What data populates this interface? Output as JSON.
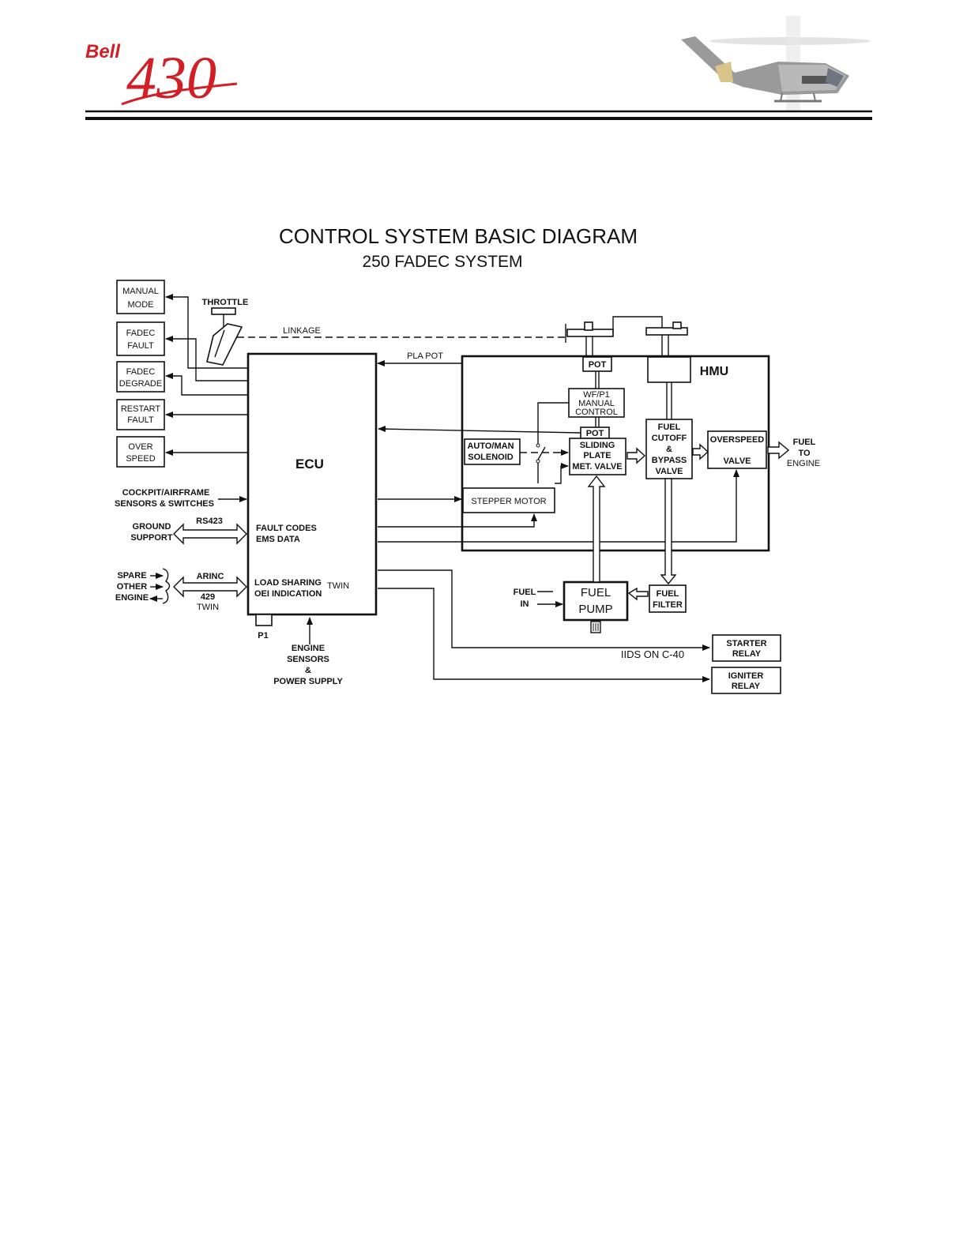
{
  "header": {
    "logo_text": "Bell 430",
    "logo_color": "#d21f26",
    "helicopter_image": "helicopter-photo"
  },
  "diagram": {
    "title": "CONTROL SYSTEM BASIC DIAGRAM",
    "subtitle": "250 FADEC SYSTEM",
    "left_boxes": {
      "manual_mode": [
        "MANUAL",
        "MODE"
      ],
      "fadec_fault": [
        "FADEC",
        "FAULT"
      ],
      "fadec_degrade": [
        "FADEC",
        "DEGRADE"
      ],
      "restart_fault": [
        "RESTART",
        "FAULT"
      ],
      "over_speed": [
        "OVER",
        "SPEED"
      ]
    },
    "left_labels": {
      "cockpit": [
        "COCKPIT/AIRFRAME",
        "SENSORS & SWITCHES"
      ],
      "ground": [
        "GROUND",
        "SUPPORT"
      ],
      "rs423": "RS423",
      "spare": [
        "SPARE",
        "OTHER",
        "ENGINE"
      ],
      "arinc": "ARINC",
      "a429": "429",
      "twin_bottom": "TWIN"
    },
    "throttle": "THROTTLE",
    "linkage": "LINKAGE",
    "pla_pot": "PLA POT",
    "ecu": {
      "title": "ECU",
      "fault_codes": [
        "FAULT CODES",
        "EMS DATA"
      ],
      "load_sharing": [
        "LOAD SHARING",
        "OEI INDICATION"
      ],
      "twin": "TWIN",
      "p1": "P1"
    },
    "hmu": {
      "title": "HMU",
      "pot_top": "POT",
      "wf": [
        "WF/P1",
        "MANUAL",
        "CONTROL"
      ],
      "pot_mid": "POT",
      "auto_man": [
        "AUTO/MAN",
        "SOLENOID"
      ],
      "sliding": [
        "SLIDING",
        "PLATE",
        "MET. VALVE"
      ],
      "fuel_cutoff": [
        "FUEL",
        "CUTOFF",
        "&",
        "BYPASS",
        "VALVE"
      ],
      "overspeed": [
        "OVERSPEED",
        "VALVE"
      ],
      "stepper": "STEPPER MOTOR"
    },
    "fuel_to_engine": [
      "FUEL",
      "TO",
      "ENGINE"
    ],
    "fuel_in": [
      "FUEL",
      "IN"
    ],
    "fuel_pump": [
      "FUEL",
      "PUMP"
    ],
    "fuel_filter": [
      "FUEL",
      "FILTER"
    ],
    "engine_sensors": [
      "ENGINE",
      "SENSORS",
      "&",
      "POWER SUPPLY"
    ],
    "iids": "IIDS ON C-40",
    "starter": [
      "STARTER",
      "RELAY"
    ],
    "igniter": [
      "IGNITER",
      "RELAY"
    ]
  }
}
